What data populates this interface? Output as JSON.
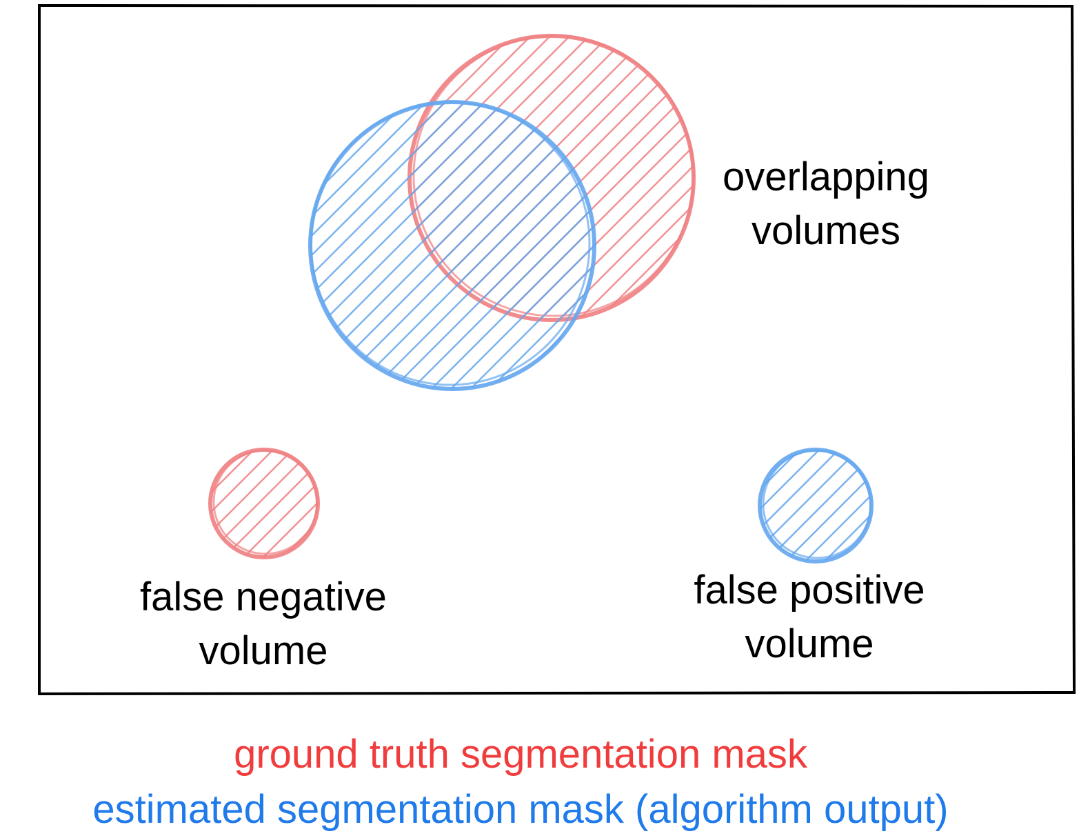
{
  "diagram": {
    "labels": {
      "overlap_line1": "overlapping",
      "overlap_line2": "volumes",
      "fn_line1": "false negative",
      "fn_line2": "volume",
      "fp_line1": "false positive",
      "fp_line2": "volume"
    },
    "legend": {
      "ground_truth": "ground truth segmentation mask",
      "estimated": "estimated segmentation mask (algorithm output)"
    },
    "colors": {
      "ground_truth": "#f07f82",
      "estimated": "#64a6ee",
      "legend_red": "#f03c3c",
      "legend_blue": "#1f7aea",
      "frame": "#000000"
    }
  }
}
